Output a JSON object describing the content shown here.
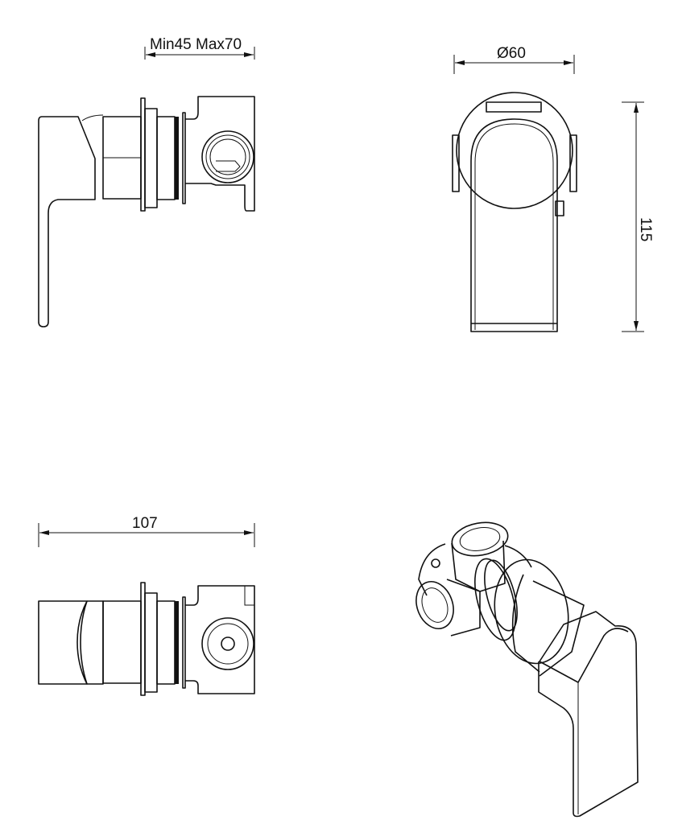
{
  "dimensions": {
    "depth_range": "Min45 Max70",
    "diameter": "Ø60",
    "height": "115",
    "length": "107"
  },
  "colors": {
    "line": "#111111",
    "background": "#ffffff"
  }
}
